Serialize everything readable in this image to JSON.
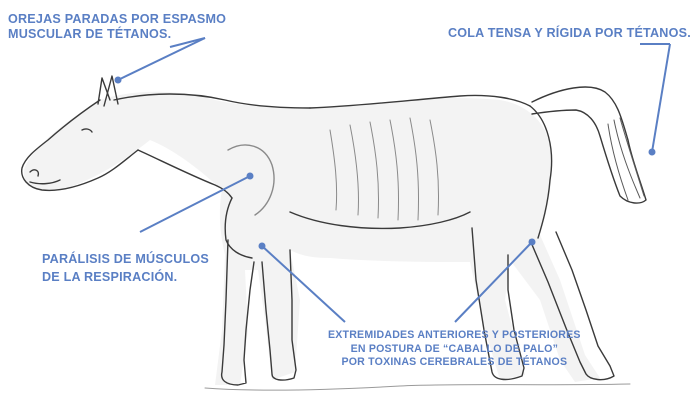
{
  "labels": {
    "ears": [
      "OREJAS PARADAS POR ESPASMO",
      "MUSCULAR DE TÉTANOS."
    ],
    "tail": [
      "COLA TENSA Y RÍGIDA POR TÉTANOS."
    ],
    "respiration": [
      "PARÁLISIS DE MÚSCULOS",
      "DE LA RESPIRACIÓN."
    ],
    "legs": [
      "EXTREMIDADES ANTERIORES Y POSTERIORES",
      "EN POSTURA DE “CABALLO DE PALO”",
      "POR TOXINAS CEREBRALES DE TÉTANOS"
    ]
  },
  "colors": {
    "annotation": "#5a7fc4",
    "sketch": "#3a3a3a",
    "shade": "#d8d8d8"
  }
}
